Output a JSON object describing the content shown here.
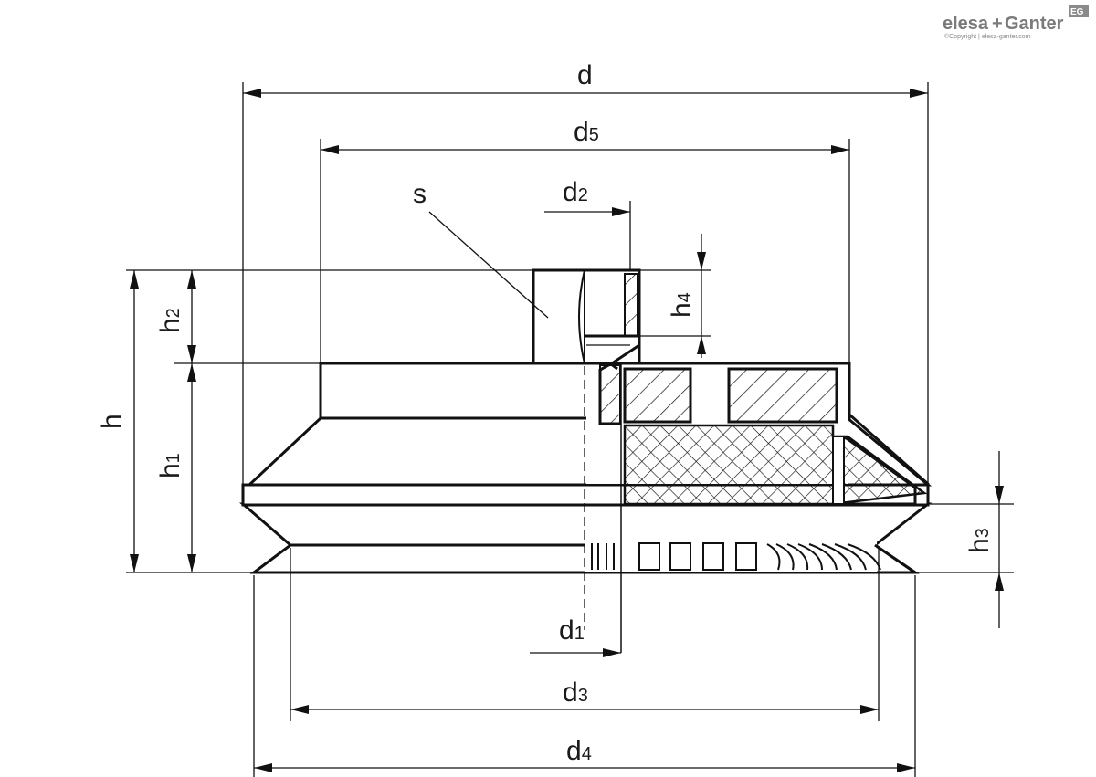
{
  "logo": {
    "brand_left": "elesa",
    "brand_sep": "+",
    "brand_right": "Ganter",
    "badge": "EG",
    "copyright": "©Copyright | elesa-ganter.com"
  },
  "dimensions": {
    "d": {
      "base": "d",
      "sub": ""
    },
    "d5": {
      "base": "d",
      "sub": "5"
    },
    "d2": {
      "base": "d",
      "sub": "2"
    },
    "s": {
      "base": "s",
      "sub": ""
    },
    "h": {
      "base": "h",
      "sub": ""
    },
    "h1": {
      "base": "h",
      "sub": "1"
    },
    "h2": {
      "base": "h",
      "sub": "2"
    },
    "h3": {
      "base": "h",
      "sub": "3"
    },
    "h4": {
      "base": "h",
      "sub": "4"
    },
    "d1": {
      "base": "d",
      "sub": "1"
    },
    "d3": {
      "base": "d",
      "sub": "3"
    },
    "d4": {
      "base": "d",
      "sub": "4"
    }
  }
}
